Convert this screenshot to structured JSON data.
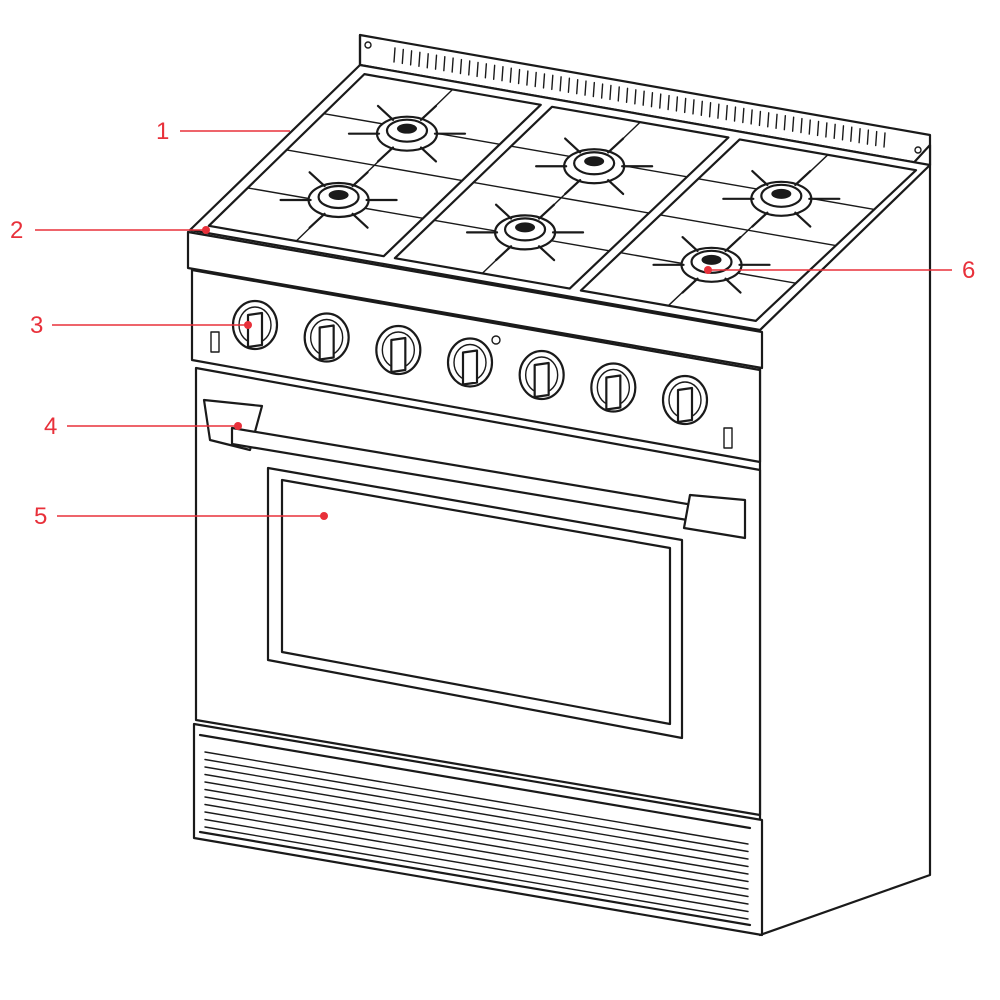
{
  "callouts": [
    {
      "id": "1",
      "label": "1"
    },
    {
      "id": "2",
      "label": "2"
    },
    {
      "id": "3",
      "label": "3"
    },
    {
      "id": "4",
      "label": "4"
    },
    {
      "id": "5",
      "label": "5"
    },
    {
      "id": "6",
      "label": "6"
    }
  ],
  "colors": {
    "callout": "#e8303a",
    "line": "#1a1a1a",
    "background": "#ffffff"
  },
  "icons": {
    "drawing": "gas-range-line-drawing",
    "knob": "control-knob-icon",
    "burner": "burner-icon",
    "grate": "grate-icon"
  }
}
